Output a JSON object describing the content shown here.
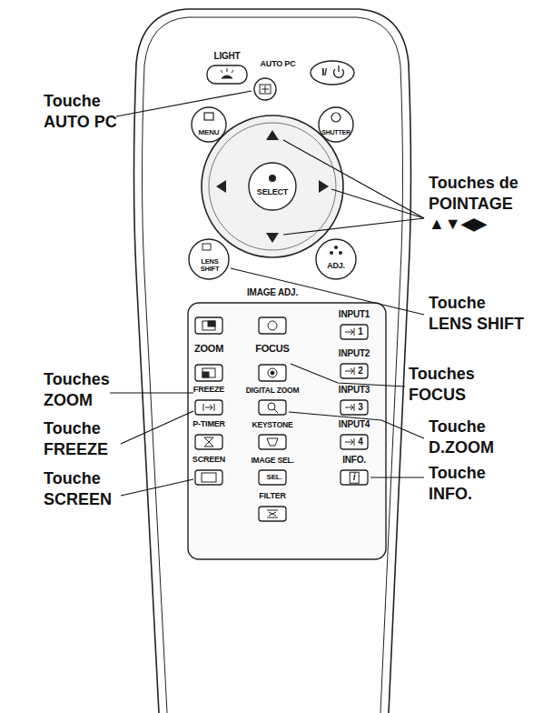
{
  "diagram": {
    "labels": [
      "Touche AUTO PC",
      "Touches de POINTAGE ▲▼◀▶",
      "Touche LENS SHIFT",
      "Touches ZOOM",
      "Touches FOCUS",
      "Touche FREEZE",
      "Touche D.ZOOM",
      "Touche SCREEN",
      "Touche INFO.",
      "LIGHT",
      "AUTO PC",
      "I/",
      "MENU",
      "SHUTTER",
      "SELECT",
      "LENS SHIFT",
      "ADJ.",
      "IMAGE ADJ.",
      "INPUT1",
      "1",
      "ZOOM",
      "FOCUS",
      "INPUT2",
      "2",
      "FREEZE",
      "DIGITAL ZOOM",
      "INPUT3",
      "3",
      "P-TIMER",
      "KEYSTONE",
      "INPUT4",
      "4",
      "SCREEN",
      "IMAGE SEL.",
      "SEL.",
      "INFO.",
      "i",
      "FILTER"
    ]
  }
}
